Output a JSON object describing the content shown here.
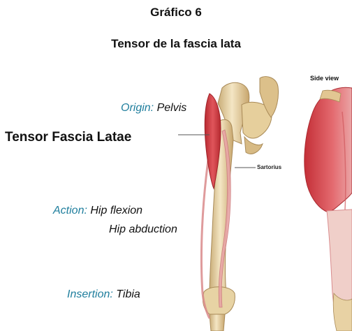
{
  "header": {
    "title": "Gráfico 6",
    "subtitle": "Tensor de la fascia lata"
  },
  "figure": {
    "muscle_name": "Tensor Fascia Latae",
    "side_view_label": "Side view",
    "sartorius_label": "Sartorius",
    "origin": {
      "key": "Origin:",
      "value": "Pelvis"
    },
    "action": {
      "key": "Action:",
      "values": [
        "Hip flexion",
        "Hip abduction"
      ]
    },
    "insertion": {
      "key": "Insertion:",
      "value": "Tibia"
    }
  },
  "colors": {
    "label_key": "#1f7e9d",
    "muscle": "#d23a3f",
    "bone": "#ecd9ad"
  }
}
